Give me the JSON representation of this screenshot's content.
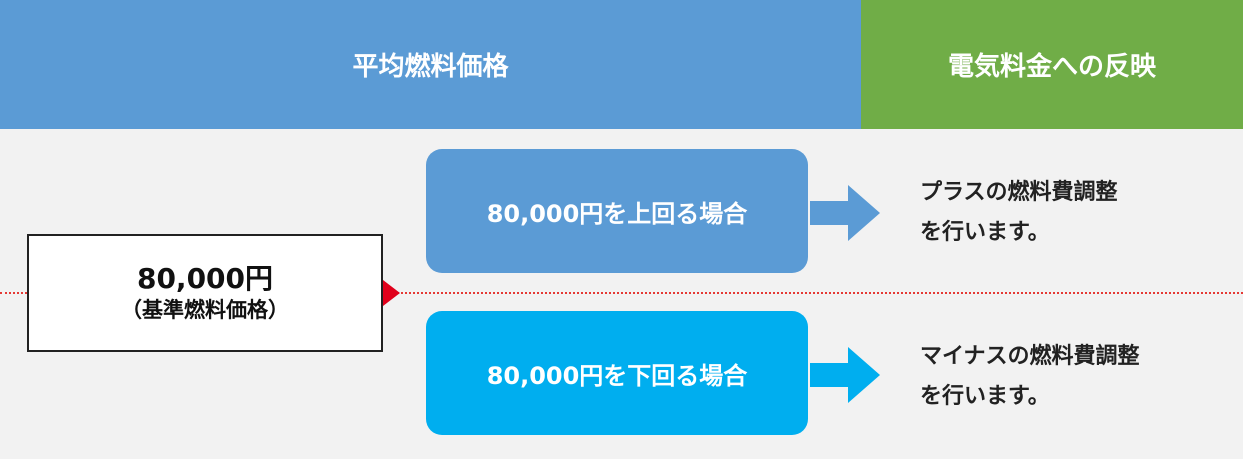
{
  "header": {
    "left_title": "平均燃料価格",
    "right_title": "電気料金への反映"
  },
  "base": {
    "value": "80,000円",
    "label": "（基準燃料価格）"
  },
  "cases": {
    "above": {
      "label": "80,000円を上回る場合",
      "result_line1": "プラスの燃料費調整",
      "result_line2": "を行います。"
    },
    "below": {
      "label": "80,000円を下回る場合",
      "result_line1": "マイナスの燃料費調整",
      "result_line2": "を行います。"
    }
  },
  "colors": {
    "header_left": "#5b9bd5",
    "header_right": "#70ad47",
    "case_above": "#5b9bd5",
    "case_below": "#00aeef",
    "threshold_line": "#e53935"
  }
}
